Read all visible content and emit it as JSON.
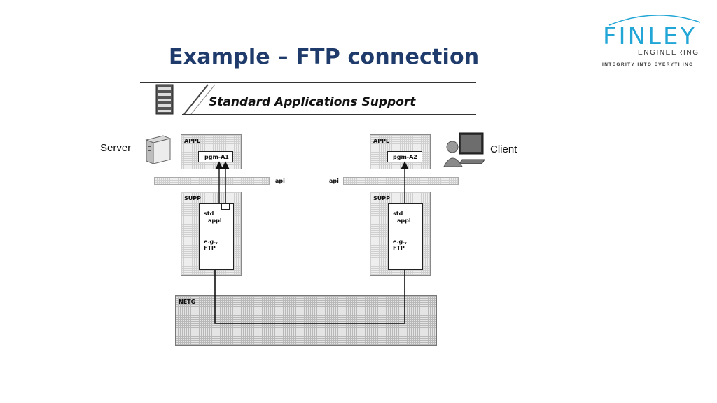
{
  "slide": {
    "title": "Example – FTP connection"
  },
  "logo": {
    "brand": "FINLEY",
    "engineering": "ENGINEERING",
    "tagline": "INTEGRITY INTO EVERYTHING"
  },
  "diagram": {
    "banner": "Standard Applications Support",
    "server_label": "Server",
    "client_label": "Client",
    "left": {
      "appl": "APPL",
      "program": "pgm-A1",
      "api": "api",
      "supp": "SUPP",
      "std": "std",
      "appl_small": "appl",
      "eg": "e.g.,",
      "ftp": "FTP"
    },
    "right": {
      "appl": "APPL",
      "program": "pgm-A2",
      "api": "api",
      "supp": "SUPP",
      "std": "std",
      "appl_small": "appl",
      "eg": "e.g.,",
      "ftp": "FTP"
    },
    "network": "NETG"
  },
  "icons": {
    "server": "server-tower-icon",
    "client": "desktop-user-icon",
    "rack": "server-rack-icon"
  }
}
